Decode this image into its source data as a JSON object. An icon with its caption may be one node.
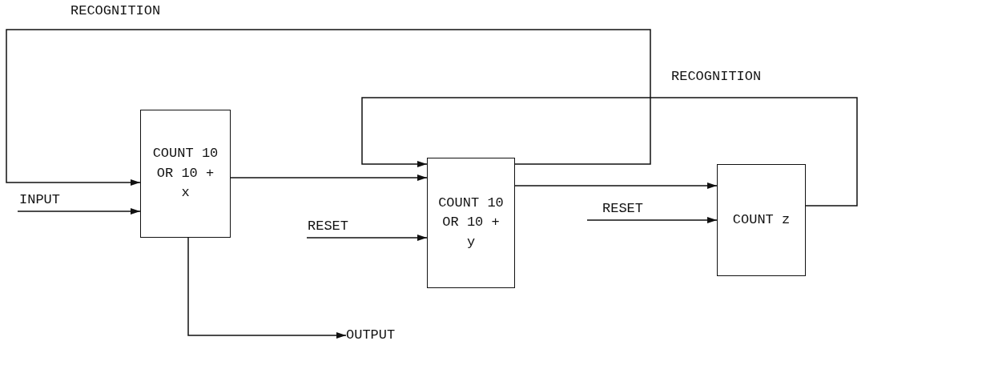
{
  "diagram": {
    "nodes": [
      {
        "text": [
          "COUNT 10 OR 10 + x"
        ]
      },
      {
        "text": [
          "COUNT 10 OR 10 + y"
        ]
      },
      {
        "text": [
          "COUNT z"
        ]
      },
      {
        "text": [
          "OUTPUT"
        ]
      }
    ],
    "edges": [
      {
        "from": null,
        "to": 0,
        "arrow": "to",
        "label": "INPUT"
      },
      {
        "from": 0,
        "to": 1,
        "arrow": "to"
      },
      {
        "from": null,
        "to": 1,
        "arrow": "to",
        "label": "RESET"
      },
      {
        "from": 1,
        "to": 2,
        "arrow": "to"
      },
      {
        "from": null,
        "to": 2,
        "arrow": "to",
        "label": "RESET"
      },
      {
        "from": 1,
        "to": 0,
        "arrow": "to",
        "label": "RECOGNITION"
      },
      {
        "from": 2,
        "to": 1,
        "arrow": "to",
        "label": "RECOGNITION"
      },
      {
        "from": 0,
        "to": 3,
        "arrow": "to"
      }
    ]
  }
}
